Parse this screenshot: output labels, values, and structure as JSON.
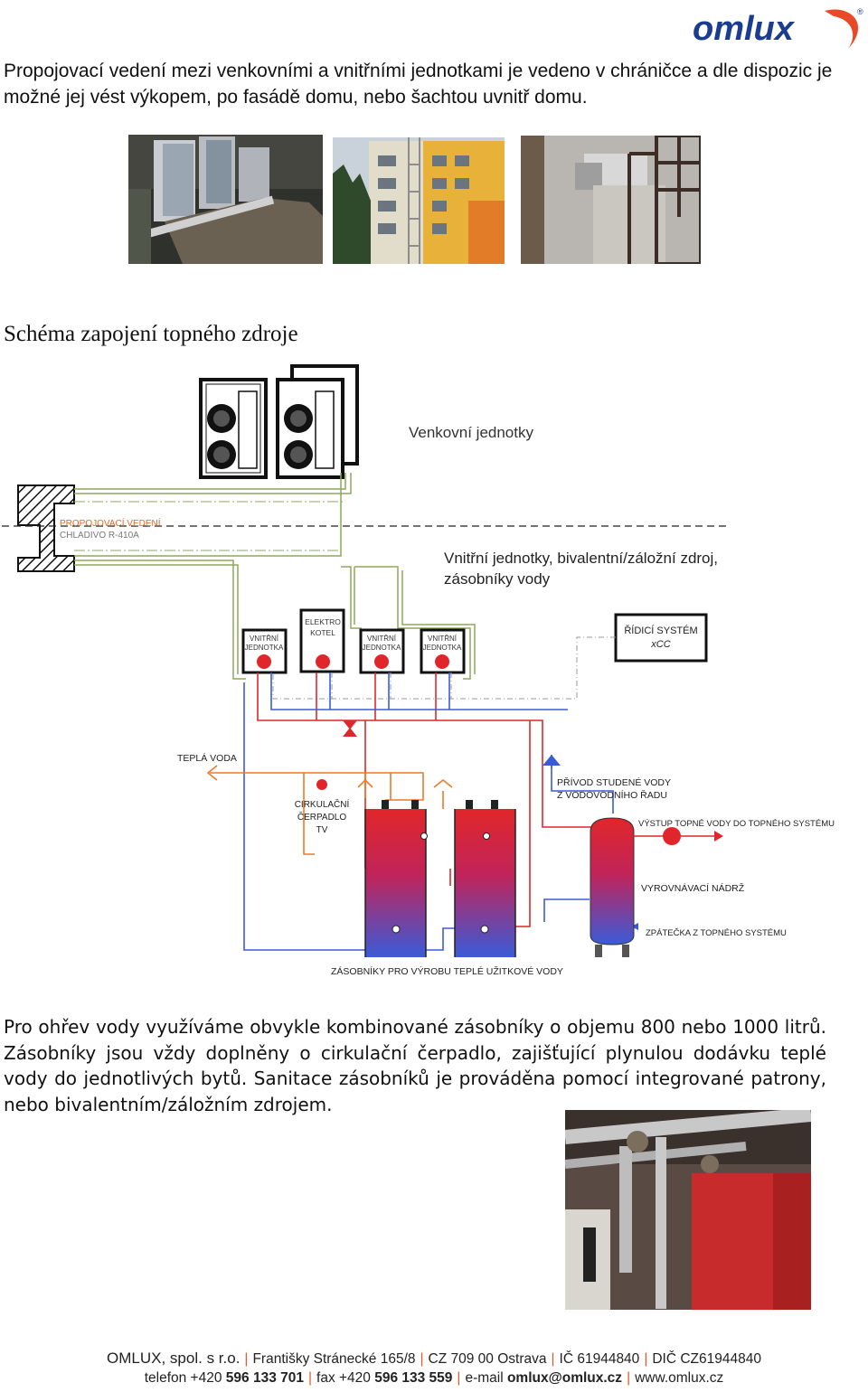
{
  "brand": {
    "logo_text": "omlux",
    "registered_mark": "®",
    "colors": {
      "blue": "#1a3d8f",
      "orange": "#e84a27"
    }
  },
  "intro_text": "Propojovací vedení mezi venkovními a vnitřními jednotkami je vedeno v chráničce a dle dispozic je možné jej vést výkopem, po fasádě domu, nebo šachtou uvnitř domu.",
  "photos": [
    {
      "icon": "outdoor-units-photo"
    },
    {
      "icon": "building-facade-photo"
    },
    {
      "icon": "interior-shaft-photo"
    },
    {
      "icon": "boiler-room-photo"
    }
  ],
  "heading": "Schéma zapojení topného zdroje",
  "diagram": {
    "outdoor_units_label": "Venkovní jednotky",
    "pipe_label_line1": "PROPOJOVACÍ VEDENÍ",
    "pipe_label_line2": "CHLADIVO R-410A",
    "indoor_label_line1": "Vnitřní jednotky, bivalentní/záložní zdroj,",
    "indoor_label_line2": "zásobníky vody",
    "unit1_line1": "VNITŘNÍ",
    "unit1_line2": "JEDNOTKA",
    "boiler_line1": "ELEKTRO",
    "boiler_line2": "KOTEL",
    "unit2_line1": "VNITŘNÍ",
    "unit2_line2": "JEDNOTKA",
    "unit3_line1": "VNITŘNÍ",
    "unit3_line2": "JEDNOTKA",
    "control_line1": "ŘÍDICÍ SYSTÉM",
    "control_line2": "xCC",
    "hot_water": "TEPLÁ VODA",
    "circ_line1": "CIRKULAČNÍ",
    "circ_line2": "ČERPADLO",
    "circ_line3": "TV",
    "cold_line1": "PŘÍVOD STUDENÉ VODY",
    "cold_line2": "Z VODOVODNÍHO ŘADU",
    "heating_out": "VÝSTUP TOPNÉ VODY DO TOPNÉHO SYSTÉMU",
    "buffer_tank": "VYROVNÁVACÍ NÁDRŽ",
    "heating_return": "ZPÁTEČKA Z TOPNÉHO SYSTÉMU",
    "tanks_label": "ZÁSOBNÍKY PRO VÝROBU TEPLÉ UŽITKOVÉ VODY",
    "colors": {
      "green": "#8ea85a",
      "red": "#e0262a",
      "blue": "#3a5bd8",
      "orange": "#ee7a2a",
      "grey": "#888888"
    }
  },
  "body_text": "Pro ohřev vody využíváme obvykle kombinované zásobníky o objemu 800 nebo 1000 litrů. Zásobníky jsou vždy doplněny o cirkulační čerpadlo, zajišťující plynulou dodávku teplé vody do jednotlivých bytů. Sanitace zásobníků je prováděna pomocí integrované patrony, nebo bivalentním/záložním zdrojem.",
  "footer": {
    "company": "OMLUX, spol. s r.o.",
    "address": "Františky Stránecké 165/8",
    "city": "CZ 709 00 Ostrava",
    "ico": "IČ 61944840",
    "dic": "DIČ CZ61944840",
    "phone_prefix": "telefon +420 ",
    "phone": "596 133 701",
    "fax_prefix": "fax +420 ",
    "fax": "596 133 559",
    "email_prefix": "e-mail ",
    "email": "omlux@omlux.cz",
    "web": "www.omlux.cz"
  }
}
